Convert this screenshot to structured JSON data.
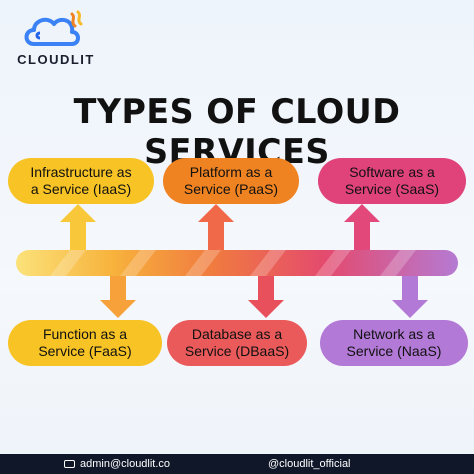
{
  "brand": {
    "name": "CLOUDLIT"
  },
  "title": "TYPES OF CLOUD SERVICES",
  "services_top": [
    {
      "line1": "Infrastructure as",
      "line2": "a Service (IaaS)",
      "color": "#f7c325"
    },
    {
      "line1": "Platform as a",
      "line2": "Service (PaaS)",
      "color": "#f08321"
    },
    {
      "line1": "Software as a",
      "line2": "Service (SaaS)",
      "color": "#e0427a"
    }
  ],
  "services_bottom": [
    {
      "line1": "Function as a",
      "line2": "Service (FaaS)",
      "color": "#f7c325"
    },
    {
      "line1": "Database as a",
      "line2": "Service (DBaaS)",
      "color": "#ea5a5a"
    },
    {
      "line1": "Network as a",
      "line2": "Service (NaaS)",
      "color": "#b27ad6"
    }
  ],
  "band_colors": [
    "#f9d560",
    "#f5a03a",
    "#ef6e4c",
    "#e24a78",
    "#b57ad3"
  ],
  "footer": {
    "email": "admin@cloudlit.co",
    "social": "@cloudlit_official"
  }
}
